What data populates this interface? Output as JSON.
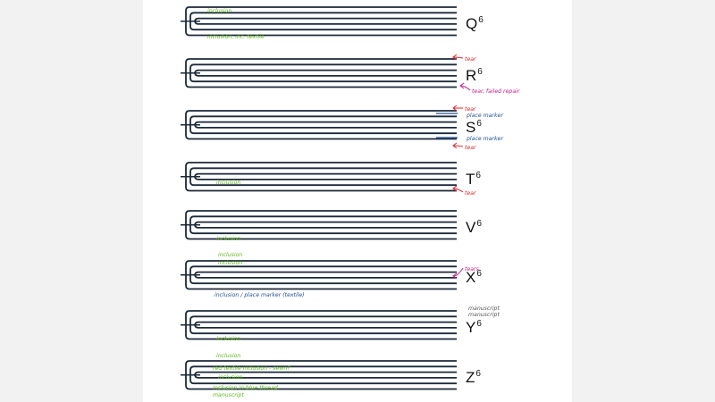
{
  "colors": {
    "line": "#1c2a3a",
    "label": "#111111",
    "green": "#5fb81a",
    "red": "#d9262b",
    "magenta": "#c2208a",
    "blue": "#1f4f8f",
    "gray": "#555555"
  },
  "quires": [
    {
      "signature": "Q",
      "superscript": "6",
      "annotations": [
        {
          "text": "inclusion",
          "color": "green",
          "kind": "left"
        },
        {
          "text": "inclusion, inc. textile",
          "color": "green",
          "kind": "left"
        }
      ]
    },
    {
      "signature": "R",
      "superscript": "6",
      "annotations": [
        {
          "text": "tear",
          "color": "red",
          "kind": "right"
        },
        {
          "text": "tear, failed repair",
          "color": "magenta",
          "kind": "right"
        }
      ]
    },
    {
      "signature": "S",
      "superscript": "6",
      "annotations": [
        {
          "text": "tear",
          "color": "red",
          "kind": "right"
        },
        {
          "text": "place marker",
          "color": "blue",
          "kind": "marker"
        },
        {
          "text": "place marker",
          "color": "blue",
          "kind": "marker"
        },
        {
          "text": "tear",
          "color": "red",
          "kind": "right"
        }
      ]
    },
    {
      "signature": "T",
      "superscript": "6",
      "annotations": [
        {
          "text": "inclusion",
          "color": "green",
          "kind": "left"
        },
        {
          "text": "tear",
          "color": "red",
          "kind": "right"
        }
      ]
    },
    {
      "signature": "V",
      "superscript": "6",
      "annotations": [
        {
          "text": "inclusion",
          "color": "green",
          "kind": "left"
        }
      ]
    },
    {
      "signature": "X",
      "superscript": "6",
      "annotations": [
        {
          "text": "inclusion",
          "color": "green",
          "kind": "left"
        },
        {
          "text": "inclusion",
          "color": "green",
          "kind": "left"
        },
        {
          "text": "inclusion / place marker (textile)",
          "color": "blue",
          "kind": "left"
        },
        {
          "text": "tears",
          "color": "magenta",
          "kind": "right"
        }
      ]
    },
    {
      "signature": "Y",
      "superscript": "6",
      "annotations": [
        {
          "text": "manuscript",
          "color": "gray",
          "kind": "right"
        },
        {
          "text": "manuscript",
          "color": "gray",
          "kind": "right"
        },
        {
          "text": "inclusion",
          "color": "green",
          "kind": "left"
        }
      ]
    },
    {
      "signature": "Z",
      "superscript": "6",
      "annotations": [
        {
          "text": "inclusion",
          "color": "green",
          "kind": "left"
        },
        {
          "text": "red textile inclusion - sewn?",
          "color": "green",
          "kind": "left"
        },
        {
          "text": "inclusion",
          "color": "green",
          "kind": "left"
        },
        {
          "text": "inclusion in blue thread",
          "color": "green",
          "kind": "left"
        },
        {
          "text": "manuscript",
          "color": "green",
          "kind": "left"
        }
      ]
    }
  ]
}
